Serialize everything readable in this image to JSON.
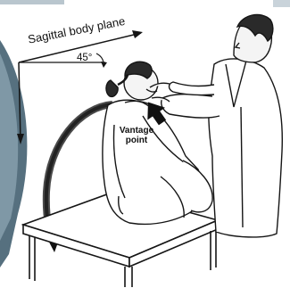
{
  "labels": {
    "plane": "Sagittal body plane",
    "angle": "45°",
    "vantage": "Vantage point"
  },
  "colors": {
    "background": "#ffffff",
    "stone_left": "#5a7a8a",
    "stone_top": "#a7b7c2",
    "ink": "#151515",
    "arrow": "#222222"
  }
}
